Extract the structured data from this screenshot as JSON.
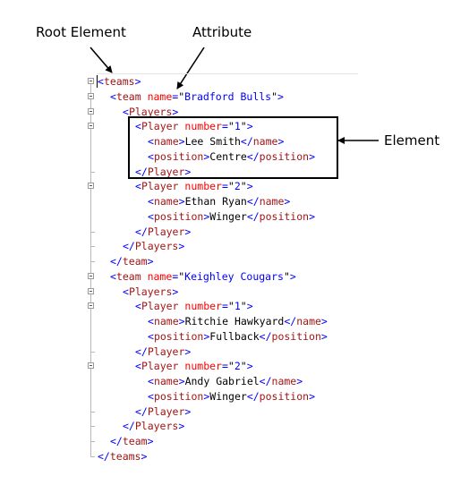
{
  "labels": {
    "root_element": "Root Element",
    "attribute": "Attribute",
    "element": "Element"
  },
  "xml_lines": [
    {
      "indent": 0,
      "tokens": [
        [
          "d",
          "<"
        ],
        [
          "n",
          "teams"
        ],
        [
          "d",
          ">"
        ]
      ]
    },
    {
      "indent": 1,
      "tokens": [
        [
          "d",
          "<"
        ],
        [
          "n",
          "team"
        ],
        [
          "t",
          " "
        ],
        [
          "a",
          "name"
        ],
        [
          "d",
          "="
        ],
        [
          "t",
          "\""
        ],
        [
          "v",
          "Bradford Bulls"
        ],
        [
          "t",
          "\""
        ],
        [
          "d",
          ">"
        ]
      ]
    },
    {
      "indent": 2,
      "tokens": [
        [
          "d",
          "<"
        ],
        [
          "n",
          "Players"
        ],
        [
          "d",
          ">"
        ]
      ]
    },
    {
      "indent": 3,
      "tokens": [
        [
          "d",
          "<"
        ],
        [
          "n",
          "Player"
        ],
        [
          "t",
          " "
        ],
        [
          "a",
          "number"
        ],
        [
          "d",
          "="
        ],
        [
          "t",
          "\""
        ],
        [
          "v",
          "1"
        ],
        [
          "t",
          "\""
        ],
        [
          "d",
          ">"
        ]
      ]
    },
    {
      "indent": 4,
      "tokens": [
        [
          "d",
          "<"
        ],
        [
          "n",
          "name"
        ],
        [
          "d",
          ">"
        ],
        [
          "t",
          "Lee Smith"
        ],
        [
          "d",
          "</"
        ],
        [
          "n",
          "name"
        ],
        [
          "d",
          ">"
        ]
      ]
    },
    {
      "indent": 4,
      "tokens": [
        [
          "d",
          "<"
        ],
        [
          "n",
          "position"
        ],
        [
          "d",
          ">"
        ],
        [
          "t",
          "Centre"
        ],
        [
          "d",
          "</"
        ],
        [
          "n",
          "position"
        ],
        [
          "d",
          ">"
        ]
      ]
    },
    {
      "indent": 3,
      "tokens": [
        [
          "d",
          "</"
        ],
        [
          "n",
          "Player"
        ],
        [
          "d",
          ">"
        ]
      ]
    },
    {
      "indent": 3,
      "tokens": [
        [
          "d",
          "<"
        ],
        [
          "n",
          "Player"
        ],
        [
          "t",
          " "
        ],
        [
          "a",
          "number"
        ],
        [
          "d",
          "="
        ],
        [
          "t",
          "\""
        ],
        [
          "v",
          "2"
        ],
        [
          "t",
          "\""
        ],
        [
          "d",
          ">"
        ]
      ]
    },
    {
      "indent": 4,
      "tokens": [
        [
          "d",
          "<"
        ],
        [
          "n",
          "name"
        ],
        [
          "d",
          ">"
        ],
        [
          "t",
          "Ethan Ryan"
        ],
        [
          "d",
          "</"
        ],
        [
          "n",
          "name"
        ],
        [
          "d",
          ">"
        ]
      ]
    },
    {
      "indent": 4,
      "tokens": [
        [
          "d",
          "<"
        ],
        [
          "n",
          "position"
        ],
        [
          "d",
          ">"
        ],
        [
          "t",
          "Winger"
        ],
        [
          "d",
          "</"
        ],
        [
          "n",
          "position"
        ],
        [
          "d",
          ">"
        ]
      ]
    },
    {
      "indent": 3,
      "tokens": [
        [
          "d",
          "</"
        ],
        [
          "n",
          "Player"
        ],
        [
          "d",
          ">"
        ]
      ]
    },
    {
      "indent": 2,
      "tokens": [
        [
          "d",
          "</"
        ],
        [
          "n",
          "Players"
        ],
        [
          "d",
          ">"
        ]
      ]
    },
    {
      "indent": 1,
      "tokens": [
        [
          "d",
          "</"
        ],
        [
          "n",
          "team"
        ],
        [
          "d",
          ">"
        ]
      ]
    },
    {
      "indent": 1,
      "tokens": [
        [
          "d",
          "<"
        ],
        [
          "n",
          "team"
        ],
        [
          "t",
          " "
        ],
        [
          "a",
          "name"
        ],
        [
          "d",
          "="
        ],
        [
          "t",
          "\""
        ],
        [
          "v",
          "Keighley Cougars"
        ],
        [
          "t",
          "\""
        ],
        [
          "d",
          ">"
        ]
      ]
    },
    {
      "indent": 2,
      "tokens": [
        [
          "d",
          "<"
        ],
        [
          "n",
          "Players"
        ],
        [
          "d",
          ">"
        ]
      ]
    },
    {
      "indent": 3,
      "tokens": [
        [
          "d",
          "<"
        ],
        [
          "n",
          "Player"
        ],
        [
          "t",
          " "
        ],
        [
          "a",
          "number"
        ],
        [
          "d",
          "="
        ],
        [
          "t",
          "\""
        ],
        [
          "v",
          "1"
        ],
        [
          "t",
          "\""
        ],
        [
          "d",
          ">"
        ]
      ]
    },
    {
      "indent": 4,
      "tokens": [
        [
          "d",
          "<"
        ],
        [
          "n",
          "name"
        ],
        [
          "d",
          ">"
        ],
        [
          "t",
          "Ritchie Hawkyard"
        ],
        [
          "d",
          "</"
        ],
        [
          "n",
          "name"
        ],
        [
          "d",
          ">"
        ]
      ]
    },
    {
      "indent": 4,
      "tokens": [
        [
          "d",
          "<"
        ],
        [
          "n",
          "position"
        ],
        [
          "d",
          ">"
        ],
        [
          "t",
          "Fullback"
        ],
        [
          "d",
          "</"
        ],
        [
          "n",
          "position"
        ],
        [
          "d",
          ">"
        ]
      ]
    },
    {
      "indent": 3,
      "tokens": [
        [
          "d",
          "</"
        ],
        [
          "n",
          "Player"
        ],
        [
          "d",
          ">"
        ]
      ]
    },
    {
      "indent": 3,
      "tokens": [
        [
          "d",
          "<"
        ],
        [
          "n",
          "Player"
        ],
        [
          "t",
          " "
        ],
        [
          "a",
          "number"
        ],
        [
          "d",
          "="
        ],
        [
          "t",
          "\""
        ],
        [
          "v",
          "2"
        ],
        [
          "t",
          "\""
        ],
        [
          "d",
          ">"
        ]
      ]
    },
    {
      "indent": 4,
      "tokens": [
        [
          "d",
          "<"
        ],
        [
          "n",
          "name"
        ],
        [
          "d",
          ">"
        ],
        [
          "t",
          "Andy Gabriel"
        ],
        [
          "d",
          "</"
        ],
        [
          "n",
          "name"
        ],
        [
          "d",
          ">"
        ]
      ]
    },
    {
      "indent": 4,
      "tokens": [
        [
          "d",
          "<"
        ],
        [
          "n",
          "position"
        ],
        [
          "d",
          ">"
        ],
        [
          "t",
          "Winger"
        ],
        [
          "d",
          "</"
        ],
        [
          "n",
          "position"
        ],
        [
          "d",
          ">"
        ]
      ]
    },
    {
      "indent": 3,
      "tokens": [
        [
          "d",
          "</"
        ],
        [
          "n",
          "Player"
        ],
        [
          "d",
          ">"
        ]
      ]
    },
    {
      "indent": 2,
      "tokens": [
        [
          "d",
          "</"
        ],
        [
          "n",
          "Players"
        ],
        [
          "d",
          ">"
        ]
      ]
    },
    {
      "indent": 1,
      "tokens": [
        [
          "d",
          "</"
        ],
        [
          "n",
          "team"
        ],
        [
          "d",
          ">"
        ]
      ]
    },
    {
      "indent": 0,
      "tokens": [
        [
          "d",
          "</"
        ],
        [
          "n",
          "teams"
        ],
        [
          "d",
          ">"
        ]
      ]
    }
  ],
  "colors": {
    "delimiter": "#0000ff",
    "element_name": "#a31515",
    "attribute_name": "#ff0000",
    "attribute_value": "#0000ff",
    "text": "#000000"
  }
}
